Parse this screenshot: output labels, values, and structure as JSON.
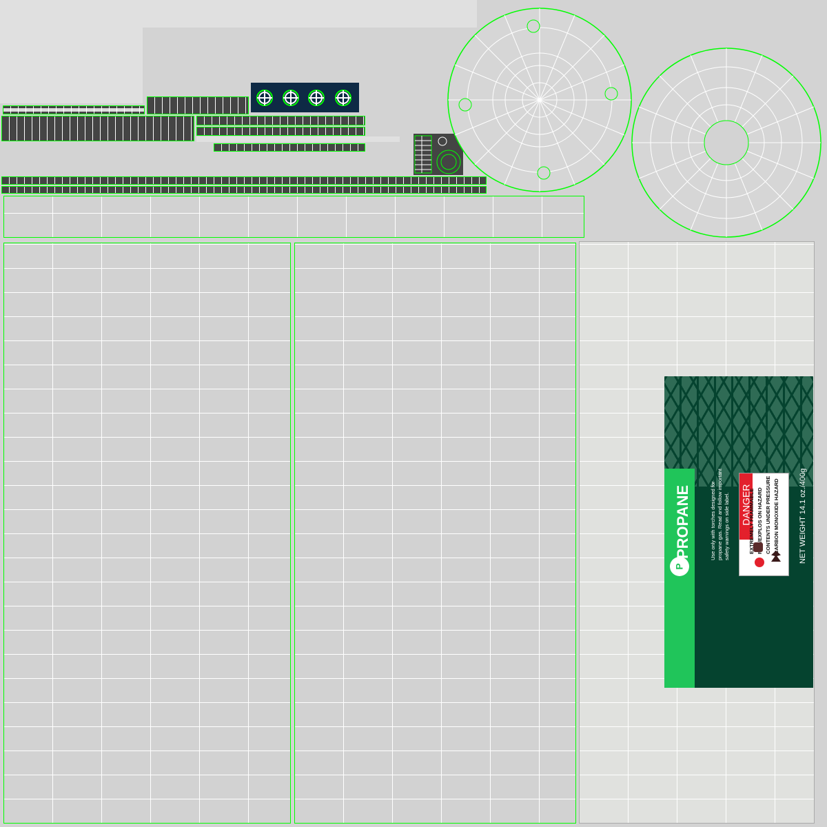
{
  "label": {
    "brand_initial": "P",
    "product": "PROPANE",
    "instructions": [
      "Use only with torches designed for",
      "propane gas. Read and follow important",
      "safety warnings on side label."
    ],
    "danger_title": "DANGER",
    "hazards": [
      "EXTREMELY FRAMMABLE",
      "FIRE/EXPLOS ON HAZARD",
      "CONTENTS UNDER PRESSURE",
      "CARBON MONOXIDE HAZARD"
    ],
    "net_weight": "NET WEIGHT 14.1 oz./400g",
    "colors": {
      "dark_green": "#05432f",
      "bright_green": "#20c55a",
      "danger_red": "#e3202c",
      "wire": "#00ff00"
    }
  }
}
